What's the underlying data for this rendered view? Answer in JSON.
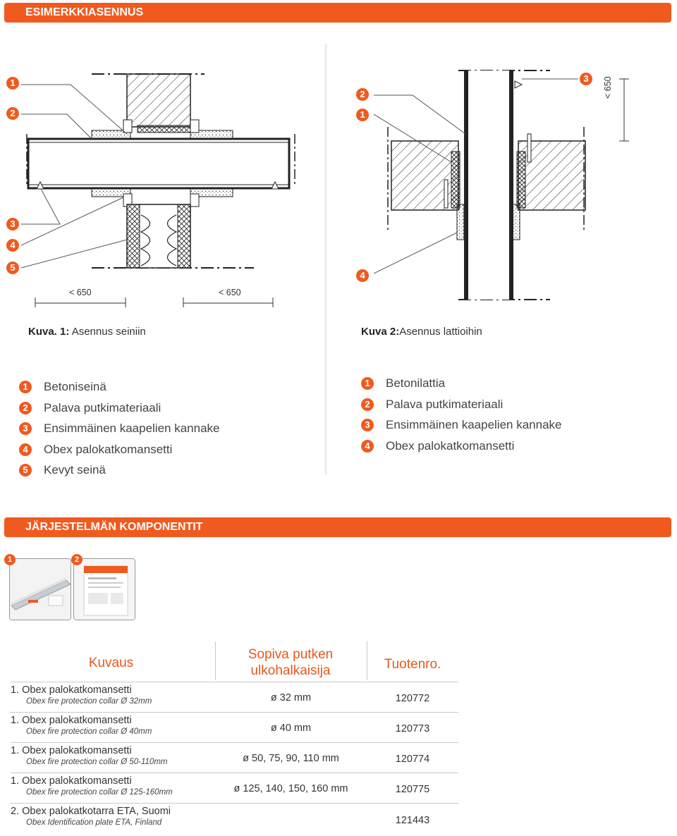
{
  "section1": {
    "title": "ESIMERKKIASENNUS"
  },
  "figure1": {
    "badges": [
      "1",
      "2",
      "3",
      "4",
      "5"
    ],
    "dim_left": "< 650",
    "dim_right": "< 650",
    "caption_bold": "Kuva. 1:",
    "caption_text": " Asennus seiniin"
  },
  "figure2": {
    "badges": [
      "2",
      "1",
      "3",
      "4"
    ],
    "dim_vertical": "< 650",
    "caption_bold": "Kuva 2:",
    "caption_text": "Asennus lattioihin"
  },
  "legend_left": [
    {
      "num": "1",
      "label": "Betoniseinä"
    },
    {
      "num": "2",
      "label": "Palava putkimateriaali"
    },
    {
      "num": "3",
      "label": "Ensimmäinen kaapelien kannake"
    },
    {
      "num": "4",
      "label": "Obex palokatkomansetti"
    },
    {
      "num": "5",
      "label": "Kevyt seinä"
    }
  ],
  "legend_right": [
    {
      "num": "1",
      "label": "Betonilattia"
    },
    {
      "num": "2",
      "label": "Palava putkimateriaali"
    },
    {
      "num": "3",
      "label": "Ensimmäinen kaapelien kannake"
    },
    {
      "num": "4",
      "label": "Obex palokatkomansetti"
    }
  ],
  "section2": {
    "title": "JÄRJESTELMÄN KOMPONENTIT"
  },
  "products": {
    "badges": [
      "1",
      "2"
    ]
  },
  "table": {
    "headers": {
      "desc": "Kuvaus",
      "size": "Sopiva putken ulkohalkaisija",
      "code": "Tuotenro."
    },
    "rows": [
      {
        "name": "1. Obex palokatkomansetti",
        "sub": "Obex fire protection collar Ø 32mm",
        "size": "ø 32 mm",
        "code": "120772"
      },
      {
        "name": "1. Obex palokatkomansetti",
        "sub": "Obex fire protection collar Ø 40mm",
        "size": "ø 40 mm",
        "code": "120773"
      },
      {
        "name": "1. Obex palokatkomansetti",
        "sub": "Obex fire protection collar Ø 50-110mm",
        "size": "ø 50, 75, 90, 110 mm",
        "code": "120774"
      },
      {
        "name": "1. Obex palokatkomansetti",
        "sub": "Obex fire protection collar Ø 125-160mm",
        "size": "ø 125, 140, 150, 160 mm",
        "code": "120775"
      },
      {
        "name": "2. Obex palokatkotarra ETA, Suomi",
        "sub": "Obex Identification plate ETA, Finland",
        "size": "",
        "code": "121443"
      }
    ]
  },
  "colors": {
    "accent": "#f05a1e",
    "rule": "#c9c9c9",
    "header_text": "#e8581b"
  }
}
